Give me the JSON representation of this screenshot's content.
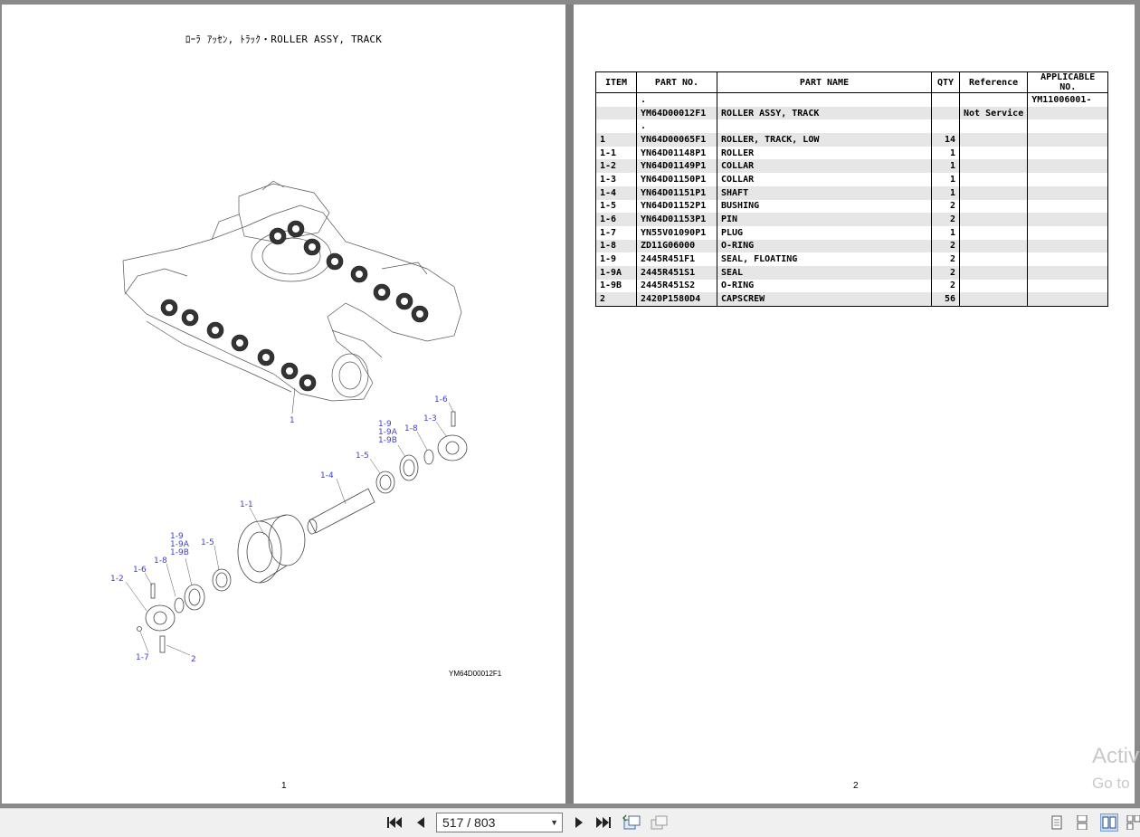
{
  "left_page": {
    "title": "ﾛｰﾗ ｱｯｾﾝ, ﾄﾗｯｸ・ROLLER ASSY, TRACK",
    "drawing_code": "YM64D00012F1",
    "page_number": "1",
    "callouts": {
      "c1": "1",
      "c16a": "1-6",
      "c19a": "1-9",
      "c19Aa": "1-9A",
      "c19Ba": "1-9B",
      "c18a": "1-8",
      "c13": "1-3",
      "c15a": "1-5",
      "c14": "1-4",
      "c11": "1-1",
      "c19b": "1-9",
      "c19Ab": "1-9A",
      "c19Bb": "1-9B",
      "c15b": "1-5",
      "c18b": "1-8",
      "c16b": "1-6",
      "c12": "1-2",
      "c17": "1-7",
      "c2": "2"
    }
  },
  "right_page": {
    "page_number": "2",
    "table": {
      "headers": [
        "ITEM",
        "PART NO.",
        "PART NAME",
        "QTY",
        "Reference",
        "APPLICABLE NO."
      ],
      "rows": [
        [
          "",
          ".",
          "",
          "",
          "",
          "YM11006001-"
        ],
        [
          "",
          "YM64D00012F1",
          "ROLLER ASSY, TRACK",
          "",
          "Not Service",
          ""
        ],
        [
          "",
          ".",
          "",
          "",
          "",
          ""
        ],
        [
          "1",
          "YN64D00065F1",
          "ROLLER, TRACK, LOW",
          "14",
          "",
          ""
        ],
        [
          "1-1",
          "YN64D01148P1",
          "ROLLER",
          "1",
          "",
          ""
        ],
        [
          "1-2",
          "YN64D01149P1",
          "COLLAR",
          "1",
          "",
          ""
        ],
        [
          "1-3",
          "YN64D01150P1",
          "COLLAR",
          "1",
          "",
          ""
        ],
        [
          "1-4",
          "YN64D01151P1",
          "SHAFT",
          "1",
          "",
          ""
        ],
        [
          "1-5",
          "YN64D01152P1",
          "BUSHING",
          "2",
          "",
          ""
        ],
        [
          "1-6",
          "YN64D01153P1",
          "PIN",
          "2",
          "",
          ""
        ],
        [
          "1-7",
          "YN55V01090P1",
          "PLUG",
          "1",
          "",
          ""
        ],
        [
          "1-8",
          "ZD11G06000",
          "O-RING",
          "2",
          "",
          ""
        ],
        [
          "1-9",
          "2445R451F1",
          "SEAL, FLOATING",
          "2",
          "",
          ""
        ],
        [
          "1-9A",
          "2445R451S1",
          "SEAL",
          "2",
          "",
          ""
        ],
        [
          "1-9B",
          "2445R451S2",
          "O-RING",
          "2",
          "",
          ""
        ],
        [
          "2",
          "2420P1580D4",
          "CAPSCREW",
          "56",
          "",
          ""
        ]
      ]
    }
  },
  "watermark": {
    "line1": "Activ",
    "line2": "Go to"
  },
  "toolbar": {
    "page_indicator": "517 / 803",
    "icons": [
      "first-page-icon",
      "previous-page-icon",
      "next-page-icon",
      "last-page-icon",
      "previous-view-icon",
      "next-view-icon",
      "single-page-icon",
      "continuous-icon",
      "facing-icon",
      "continuous-facing-icon"
    ]
  },
  "colors": {
    "callout": "#4040c8",
    "background": "#8a8a8a",
    "row_shade": "#e6e6e6"
  }
}
